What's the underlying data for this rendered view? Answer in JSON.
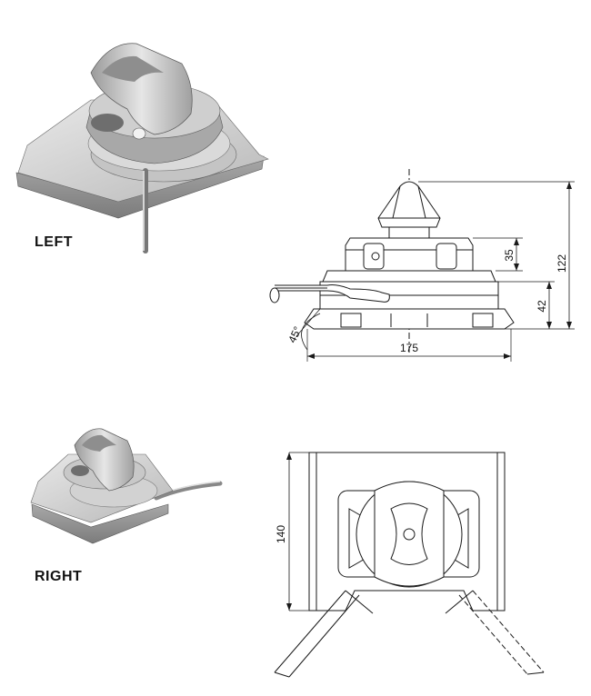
{
  "labels": {
    "left": "LEFT",
    "right": "RIGHT"
  },
  "dimensions": {
    "height_total": "122",
    "height_top": "35",
    "height_base": "42",
    "width_base": "175",
    "angle": "45°",
    "depth": "140"
  },
  "colors": {
    "line": "#1a1a1a",
    "metal_light": "#d8d8d8",
    "metal_mid": "#b4b4b4",
    "metal_dark": "#8a8a8a"
  }
}
